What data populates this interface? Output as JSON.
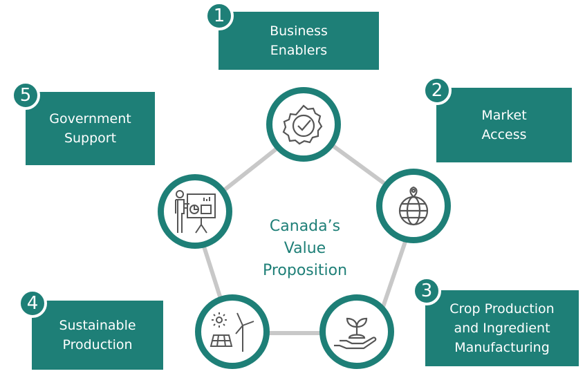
{
  "center_label": "Canada’s\nValue\nProposition",
  "items": [
    {
      "number": "1",
      "label": "Business\nEnablers",
      "icon": "checkmark-badge-icon"
    },
    {
      "number": "2",
      "label": "Market\nAccess",
      "icon": "globe-location-icon"
    },
    {
      "number": "3",
      "label": "Crop Production\nand Ingredient\nManufacturing",
      "icon": "hand-sprout-icon"
    },
    {
      "number": "4",
      "label": "Sustainable\nProduction",
      "icon": "solar-wind-icon"
    },
    {
      "number": "5",
      "label": "Government\nSupport",
      "icon": "presentation-icon"
    }
  ],
  "colors": {
    "primary": "#1e7f77",
    "connector": "#c8c8c8",
    "icon_stroke": "#555555"
  }
}
